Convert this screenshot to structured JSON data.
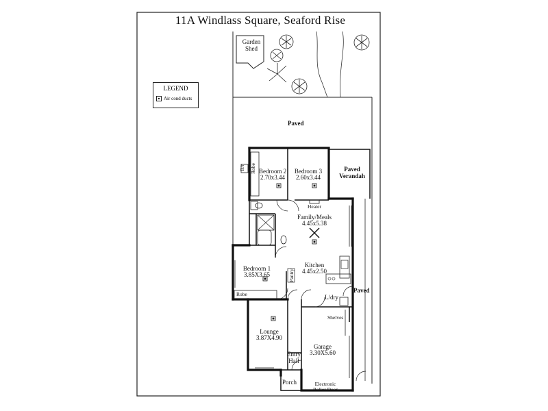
{
  "title": "11A Windlass Square, Seaford Rise",
  "legend": {
    "heading": "LEGEND",
    "item": "Air cond ducts"
  },
  "rooms": {
    "garden_shed": "Garden Shed",
    "paved_top": "Paved",
    "bedroom2_name": "Bedroom 2",
    "bedroom2_size": "2.70x3.44",
    "bedroom3_name": "Bedroom 3",
    "bedroom3_size": "2.60x3.44",
    "paved_verandah": "Paved Verandah",
    "robe_b2": "Robe",
    "wir": "B/r",
    "heater": "Heater",
    "family_name": "Family/Meals",
    "family_size": "4.45x5.38",
    "bedroom1_name": "Bedroom 1",
    "bedroom1_size": "3.85X3.65",
    "robe_b1": "Robe",
    "pantry": "Pantry",
    "kitchen_name": "Kitchen",
    "kitchen_size": "4.45x2.50",
    "paved_side": "Paved",
    "ldry": "L/dry",
    "shelves": "Shelves",
    "lounge_name": "Lounge",
    "lounge_size": "3.87X4.90",
    "entry_hall": "Entry Hall",
    "garage_name": "Garage",
    "garage_size": "3.30X5.60",
    "porch": "Porch",
    "roller_door": "Electronic Roller Door"
  },
  "colors": {
    "ink": "#111111",
    "paper": "#ffffff"
  }
}
